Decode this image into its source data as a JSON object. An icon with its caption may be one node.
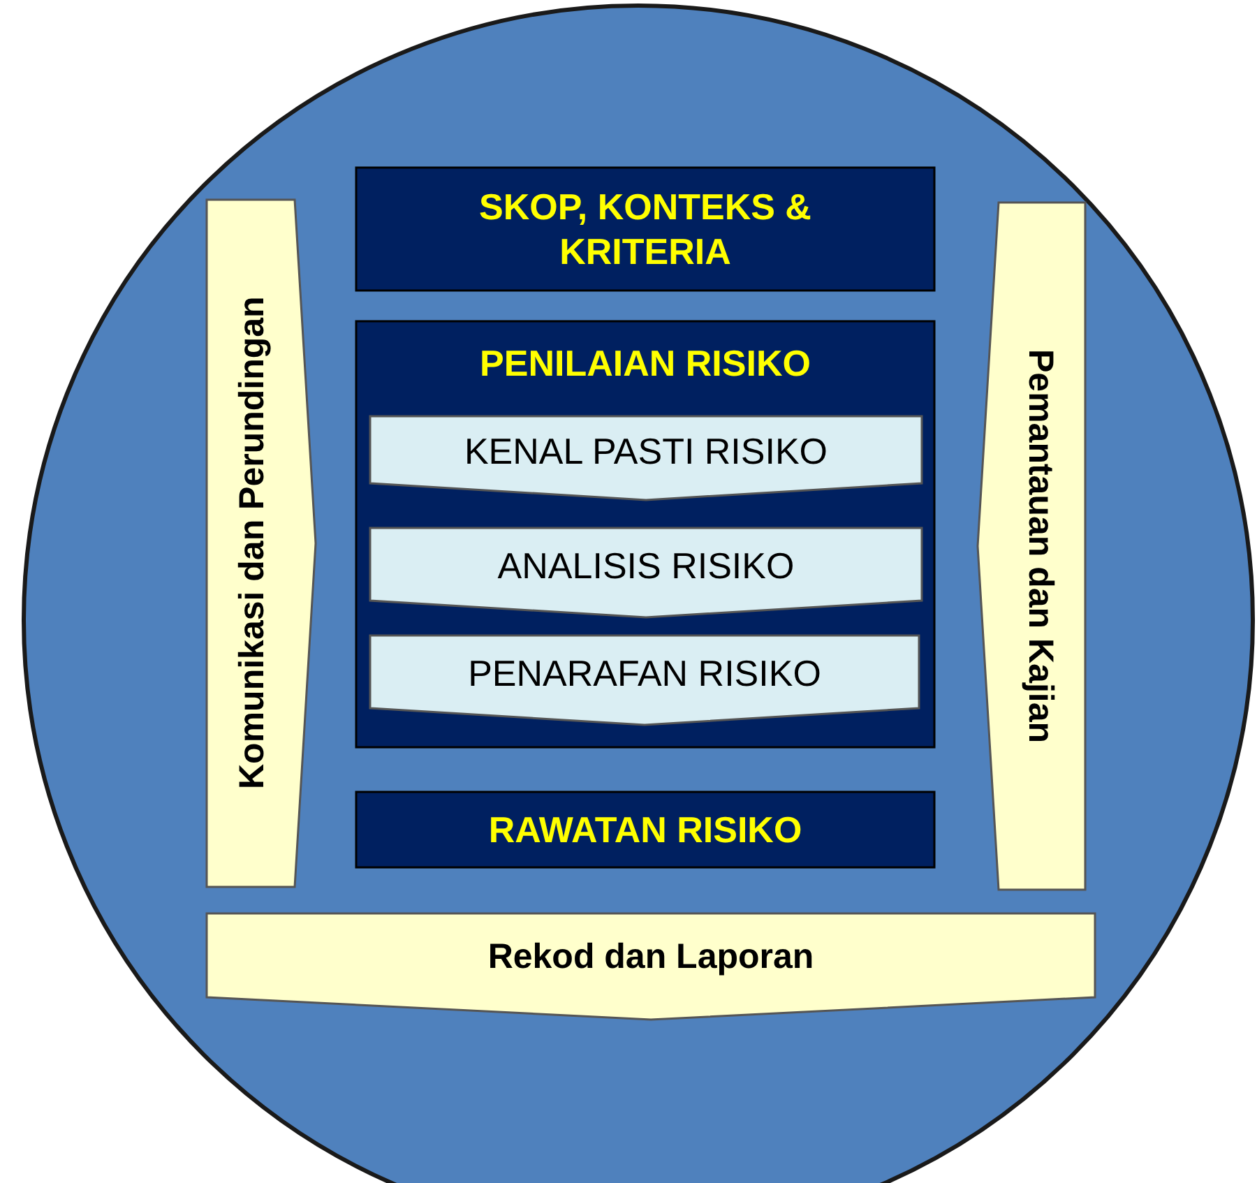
{
  "diagram": {
    "nodes": [
      {
        "text": [],
        "shape": "circle"
      },
      {
        "text": [
          "SKOP, KONTEKS & KRITERIA"
        ],
        "in": 0
      },
      {
        "text": [
          "Komunikasi dan Perundingan"
        ],
        "in": 0
      },
      {
        "text": [
          "PENILAIAN RISIKO"
        ],
        "in": 0
      },
      {
        "text": [
          "KENAL PASTI RISIKO"
        ],
        "in": 3
      },
      {
        "text": [
          "ANALISIS RISIKO"
        ],
        "in": 3
      },
      {
        "text": [
          "PENARAFAN RISIKO"
        ],
        "in": 3
      },
      {
        "text": [
          "Pemantauan dan Kajian"
        ],
        "in": 0
      },
      {
        "text": [
          "RAWATAN RISIKO"
        ],
        "in": 0
      },
      {
        "text": [
          "Rekod dan Laporan"
        ],
        "in": 0
      }
    ],
    "edges": []
  }
}
